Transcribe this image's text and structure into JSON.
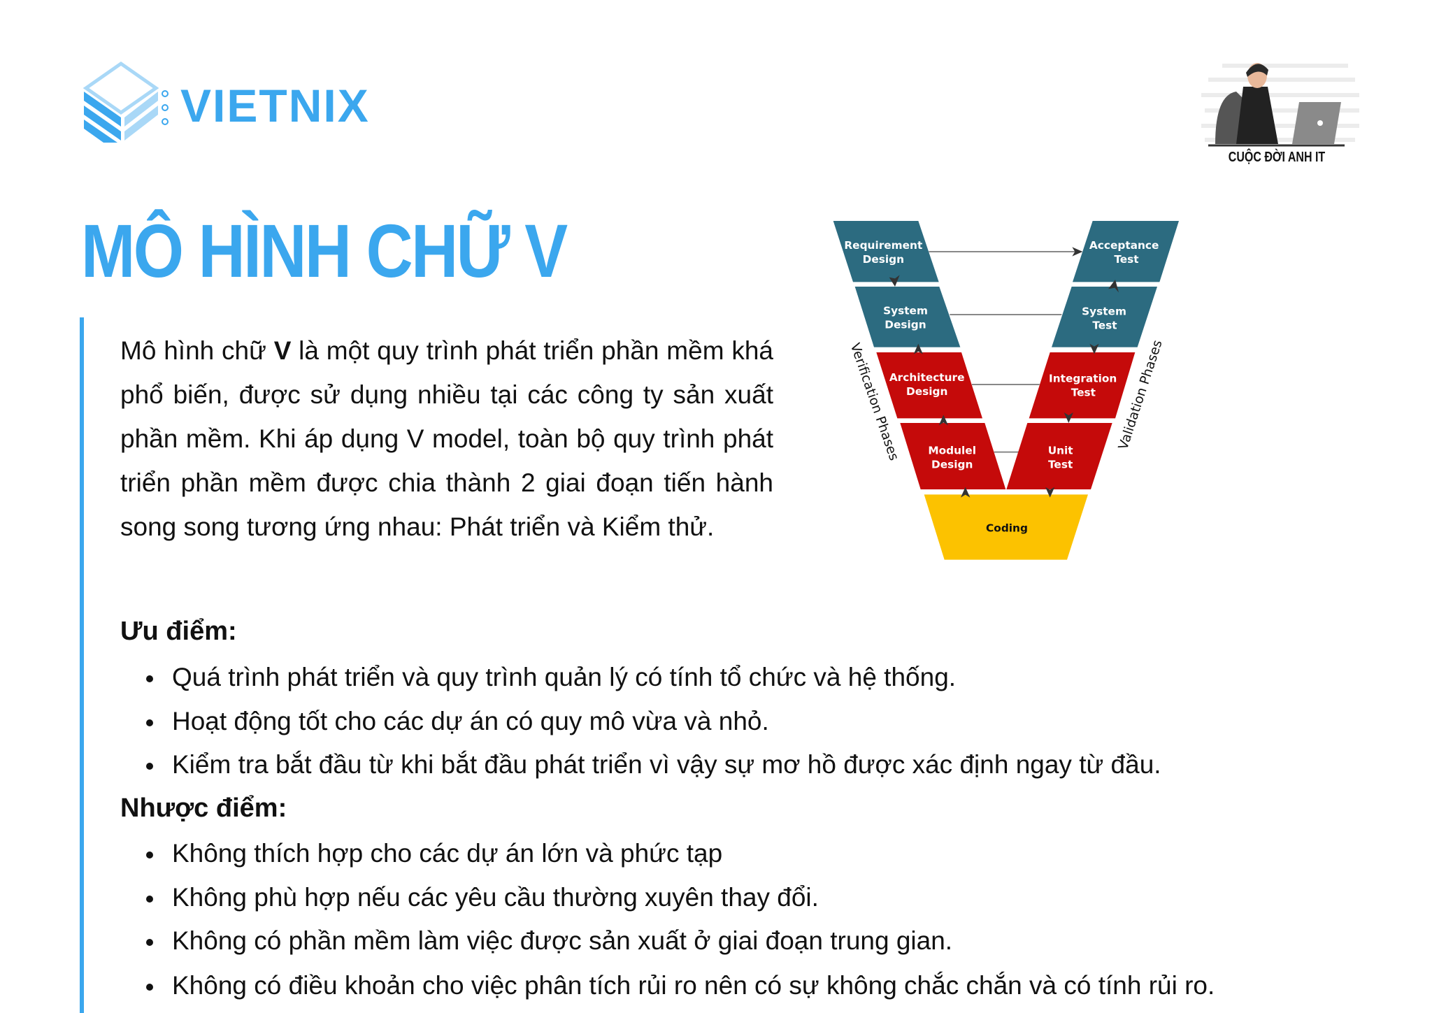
{
  "header": {
    "brand": "VIETNIX",
    "brand_color": "#3ba7ee",
    "channel_logo_text": "CUỘC ĐỜI ANH IT"
  },
  "title": "MÔ HÌNH CHỮ V",
  "intro": {
    "before": "Mô hình chữ ",
    "bold": "V",
    "after": " là một quy trình phát triển phần mềm khá phổ biến, được sử dụng nhiều tại các công ty sản xuất phần mềm. Khi áp dụng V model, toàn bộ quy trình phát triển phần mềm được chia thành 2 giai đoạn tiến hành song song tương ứng nhau: Phát triển và Kiểm thử."
  },
  "pros": {
    "heading": "Ưu điểm:",
    "items": [
      "Quá trình phát triển và quy trình quản lý có tính tổ chức và hệ thống.",
      "Hoạt động tốt cho các dự án có quy mô vừa và nhỏ.",
      "Kiểm tra bắt đầu từ khi bắt đầu phát triển vì vậy sự mơ hồ được xác định ngay từ đầu."
    ]
  },
  "cons": {
    "heading": "Nhược điểm:",
    "items": [
      "Không thích hợp cho các dự án lớn và phức tạp",
      "Không phù hợp nếu các yêu cầu thường xuyên thay đổi.",
      "Không có phần mềm làm việc được sản xuất ở giai đoạn trung gian.",
      "Không có điều khoản cho việc phân tích rủi ro nên có sự không chắc chắn và có tính rủi ro."
    ]
  },
  "diagram": {
    "left_label": "Verification Phases",
    "right_label": "Validation Phases",
    "colors": {
      "design": "#2c6b80",
      "red": "#c50a0a",
      "coding": "#fcc200"
    },
    "left": [
      {
        "l1": "Requirement",
        "l2": "Design"
      },
      {
        "l1": "System",
        "l2": "Design"
      },
      {
        "l1": "Architecture",
        "l2": "Design"
      },
      {
        "l1": "Modulel",
        "l2": "Design"
      }
    ],
    "right": [
      {
        "l1": "Acceptance",
        "l2": "Test"
      },
      {
        "l1": "System",
        "l2": "Test"
      },
      {
        "l1": "Integration",
        "l2": "Test"
      },
      {
        "l1": "Unit",
        "l2": "Test"
      }
    ],
    "bottom": "Coding"
  }
}
